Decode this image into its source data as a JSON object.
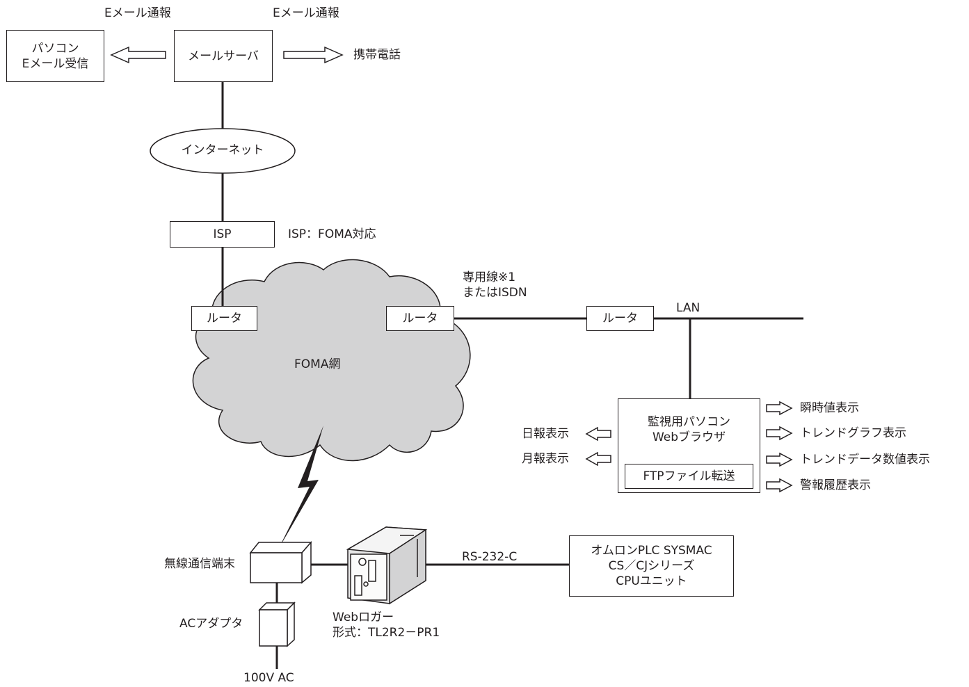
{
  "email_notices": [
    "Eメール通報",
    "Eメール通報"
  ],
  "pc_email_box": [
    "パソコン",
    "Eメール受信"
  ],
  "mail_server": "メールサーバ",
  "mobile_phone": "携帯電話",
  "internet": "インターネット",
  "isp_box": "ISP",
  "isp_note": "ISP：FOMA対応",
  "leased_line": [
    "専用線※1",
    "またはISDN"
  ],
  "router": "ルータ",
  "lan": "LAN",
  "foma_network": "FOMA網",
  "monitor_pc": [
    "監視用パソコン",
    "Webブラウザ"
  ],
  "ftp_transfer": "FTPファイル転送",
  "left_functions": [
    "日報表示",
    "月報表示"
  ],
  "right_functions": [
    "瞬時値表示",
    "トレンドグラフ表示",
    "トレンドデータ数値表示",
    "警報履歴表示"
  ],
  "wireless_terminal": "無線通信端末",
  "ac_adapter": "ACアダプタ",
  "power": "100V AC",
  "rs232c": "RS-232-C",
  "plc_box": [
    "オムロンPLC SYSMAC",
    "CS／CJシリーズ",
    "CPUユニット"
  ],
  "web_logger": [
    "Webロガー",
    "形式：TL2R2－PR1"
  ],
  "colors": {
    "line": "#231f20",
    "cloud": "#d3d3d4",
    "device_body": "#e6e6e6"
  }
}
